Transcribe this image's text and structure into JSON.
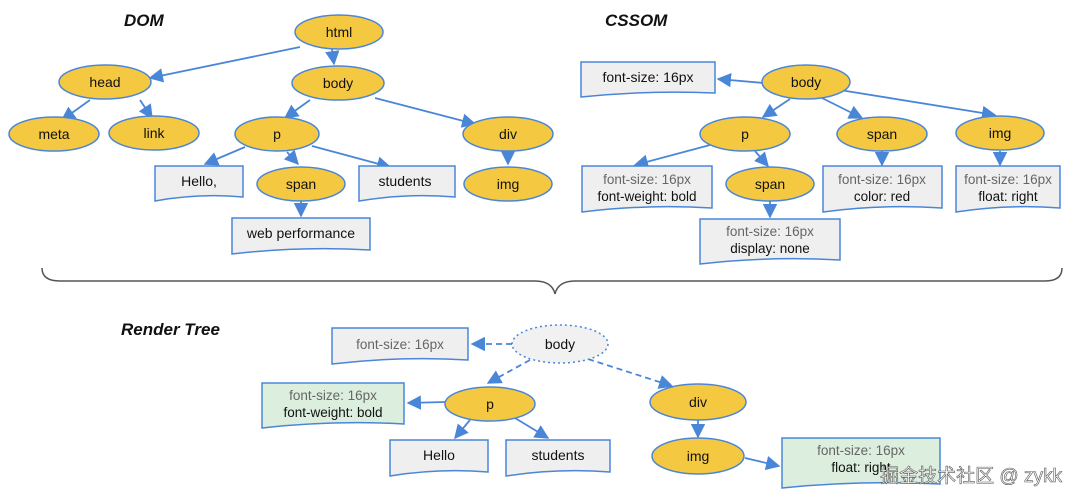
{
  "colors": {
    "node_fill": "#f5c841",
    "node_stroke": "#4a86d8",
    "edge": "#4a86d8",
    "box_fill": "#efefef",
    "box_green": "#dceedd",
    "ghost_fill": "#f1f1f1"
  },
  "titles": {
    "dom": "DOM",
    "cssom": "CSSOM",
    "render_tree": "Render Tree"
  },
  "dom": {
    "html": "html",
    "head": "head",
    "body": "body",
    "meta": "meta",
    "link": "link",
    "p": "p",
    "div": "div",
    "hello": "Hello,",
    "span": "span",
    "students": "students",
    "img": "img",
    "web_performance": "web performance"
  },
  "cssom": {
    "body": "body",
    "body_style": "font-size: 16px",
    "p": "p",
    "span": "span",
    "img": "img",
    "p_style_1": "font-size: 16px",
    "p_style_2": "font-weight: bold",
    "span_top_style_1": "font-size: 16px",
    "span_top_style_2": "color: red",
    "img_style_1": "font-size: 16px",
    "img_style_2": "float: right",
    "span_inner": "span",
    "span_inner_style_1": "font-size: 16px",
    "span_inner_style_2": "display: none"
  },
  "render_tree": {
    "body": "body",
    "body_style": "font-size: 16px",
    "p": "p",
    "p_style_1": "font-size: 16px",
    "p_style_2": "font-weight: bold",
    "div": "div",
    "hello": "Hello",
    "students": "students",
    "img": "img",
    "img_style_1": "font-size: 16px",
    "img_style_2": "float: right"
  },
  "watermark": "掘金技术社区 @ zykk"
}
